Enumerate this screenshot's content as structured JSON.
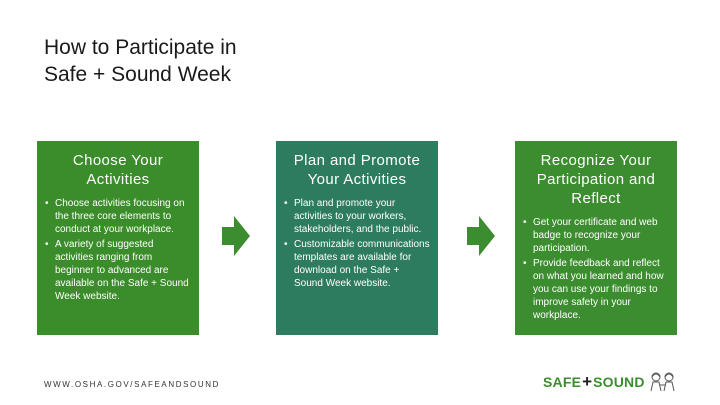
{
  "slide": {
    "title_line1": "How to Participate in",
    "title_line2": "Safe + Sound Week"
  },
  "cards": [
    {
      "title_line1": "Choose Your",
      "title_line2": "Activities",
      "items": [
        "Choose activities focusing on the three core elements to conduct at your workplace.",
        "A variety of suggested activities ranging from beginner to advanced are available on the Safe + Sound Week website."
      ]
    },
    {
      "title_line1": "Plan and Promote",
      "title_line2": "Your Activities",
      "items": [
        "Plan and promote your activities to your workers, stakeholders, and the public.",
        "Customizable communications templates are available  for download on the Safe + Sound Week website."
      ]
    },
    {
      "title_line1": "Recognize Your",
      "title_line2": "Participation and",
      "title_line3": "Reflect",
      "items": [
        "Get your certificate and web badge to recognize your participation.",
        "Provide feedback and reflect on what you learned and how you can use your findings to improve safety in your workplace."
      ]
    }
  ],
  "arrows": {
    "color": "#3c8d2f",
    "icon": "right-arrow-icon"
  },
  "footer": {
    "url": "WWW.OSHA.GOV/SAFEANDSOUND"
  },
  "logo": {
    "text_a": "SAFE",
    "plus": "+",
    "text_b": "SOUND",
    "icon": "safe-sound-figures-icon"
  },
  "colors": {
    "card1": "#3b8c2a",
    "card2": "#2e7c5f",
    "card3": "#3c8d2f",
    "brand_green": "#3c8d2f"
  }
}
